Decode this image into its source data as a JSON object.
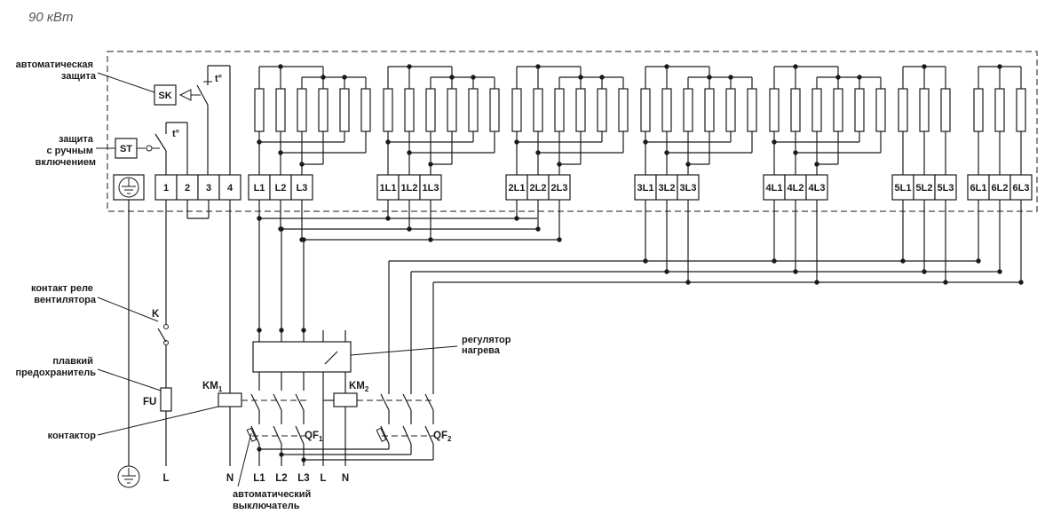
{
  "title": "90 кВт",
  "callouts": {
    "auto_protection": [
      "автоматическая",
      "защита"
    ],
    "manual_protection": [
      "защита",
      "с ручным",
      "включением"
    ],
    "fan_relay": [
      "контакт реле",
      "вентилятора"
    ],
    "fuse": [
      "плавкий",
      "предохранитель"
    ],
    "contactor": "контактор",
    "regulator": [
      "регулятор",
      "нагрева"
    ],
    "breaker": [
      "автоматический",
      "выключатель"
    ]
  },
  "components": {
    "sk": "SK",
    "st": "ST",
    "temp_symbol": "t°",
    "relay_k": "K",
    "fuse_fu": "FU",
    "km1": "KM",
    "km1_sub": "1",
    "km2": "KM",
    "km2_sub": "2",
    "qf1": "QF",
    "qf1_sub": "1",
    "qf2": "QF",
    "qf2_sub": "2"
  },
  "control_terminals": [
    "1",
    "2",
    "3",
    "4"
  ],
  "heater_groups": [
    {
      "terminals": [
        "L1",
        "L2",
        "L3"
      ]
    },
    {
      "terminals": [
        "1L1",
        "1L2",
        "1L3"
      ]
    },
    {
      "terminals": [
        "2L1",
        "2L2",
        "2L3"
      ]
    },
    {
      "terminals": [
        "3L1",
        "3L2",
        "3L3"
      ]
    },
    {
      "terminals": [
        "4L1",
        "4L2",
        "4L3"
      ]
    },
    {
      "terminals": [
        "5L1",
        "5L2",
        "5L3"
      ]
    },
    {
      "terminals": [
        "6L1",
        "6L2",
        "6L3"
      ]
    }
  ],
  "bottom_labels": [
    "L",
    "N",
    "L1",
    "L2",
    "L3",
    "L",
    "N"
  ]
}
